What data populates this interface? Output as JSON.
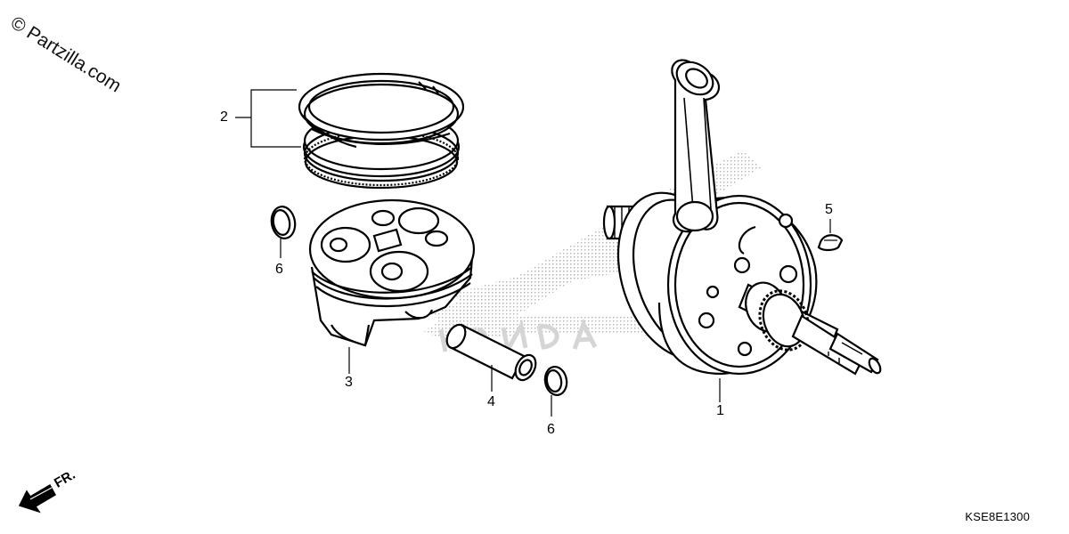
{
  "watermark": "© Partzilla.com",
  "diagram_code": "KSE8E1300",
  "front_indicator": "FR.",
  "callouts": {
    "crankshaft": "1",
    "piston_ring_set": "2",
    "piston": "3",
    "piston_pin": "4",
    "woodruff_key": "5",
    "pin_clip_left": "6",
    "pin_clip_right": "6"
  },
  "colors": {
    "line": "#000000",
    "fill": "#ffffff",
    "stipple": "#bdbdbd"
  }
}
